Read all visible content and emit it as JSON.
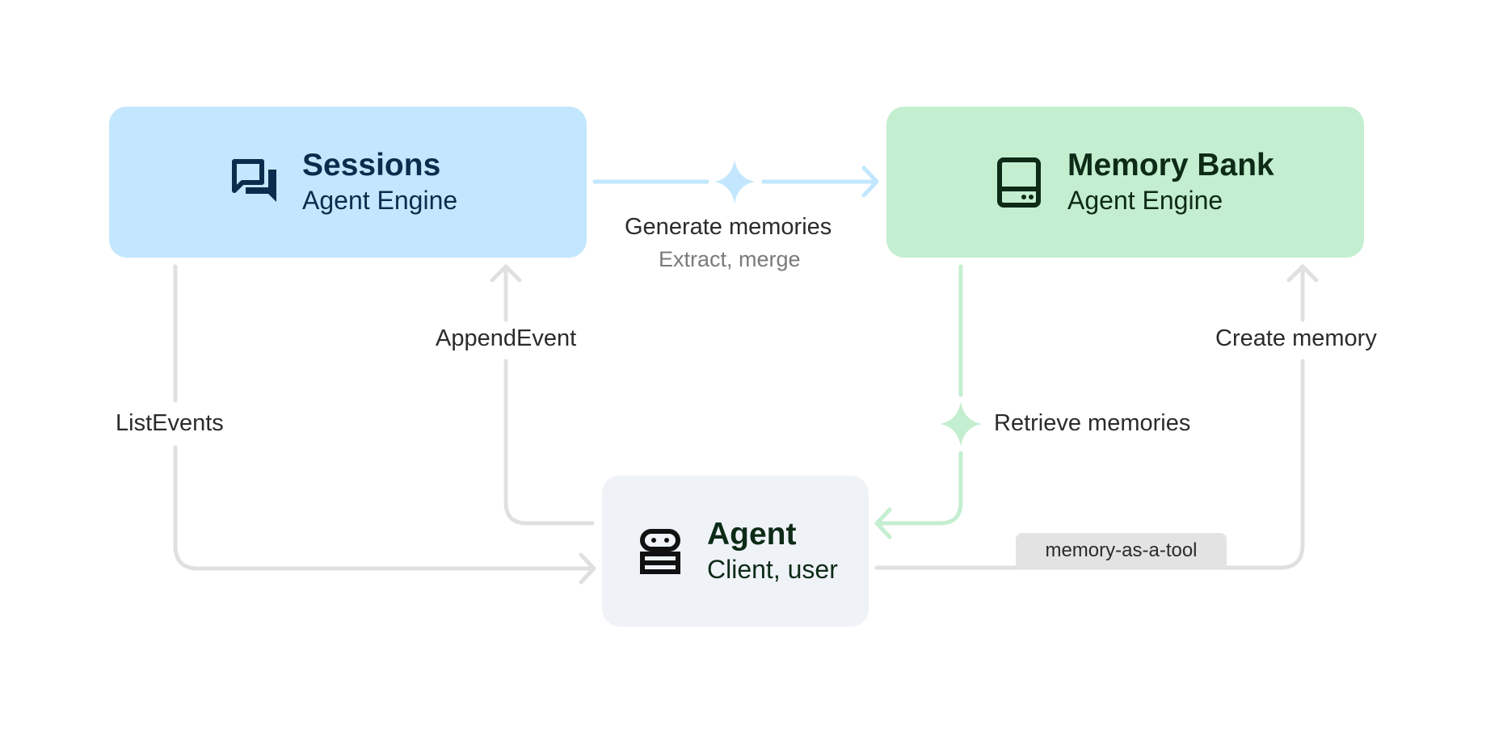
{
  "nodes": {
    "sessions": {
      "title": "Sessions",
      "subtitle": "Agent Engine",
      "icon": "chat-bubbles-icon",
      "color": "#c2e7fe"
    },
    "memory_bank": {
      "title": "Memory Bank",
      "subtitle": "Agent Engine",
      "icon": "storage-drive-icon",
      "color": "#c4eed0"
    },
    "agent": {
      "title": "Agent",
      "subtitle": "Client, user",
      "icon": "robot-icon",
      "color": "#eff3f8"
    }
  },
  "edges": {
    "generate_memories": {
      "label": "Generate memories",
      "sublabel": "Extract, merge",
      "icon": "sparkle-icon"
    },
    "append_event": {
      "label": "AppendEvent"
    },
    "list_events": {
      "label": "ListEvents"
    },
    "retrieve_memories": {
      "label": "Retrieve memories",
      "icon": "sparkle-icon"
    },
    "create_memory": {
      "label": "Create memory",
      "tag": "memory-as-a-tool"
    }
  },
  "colors": {
    "arrow_gray": "#e0e0e0",
    "arrow_blue": "#c2e7fe",
    "arrow_green": "#c4eed0"
  }
}
